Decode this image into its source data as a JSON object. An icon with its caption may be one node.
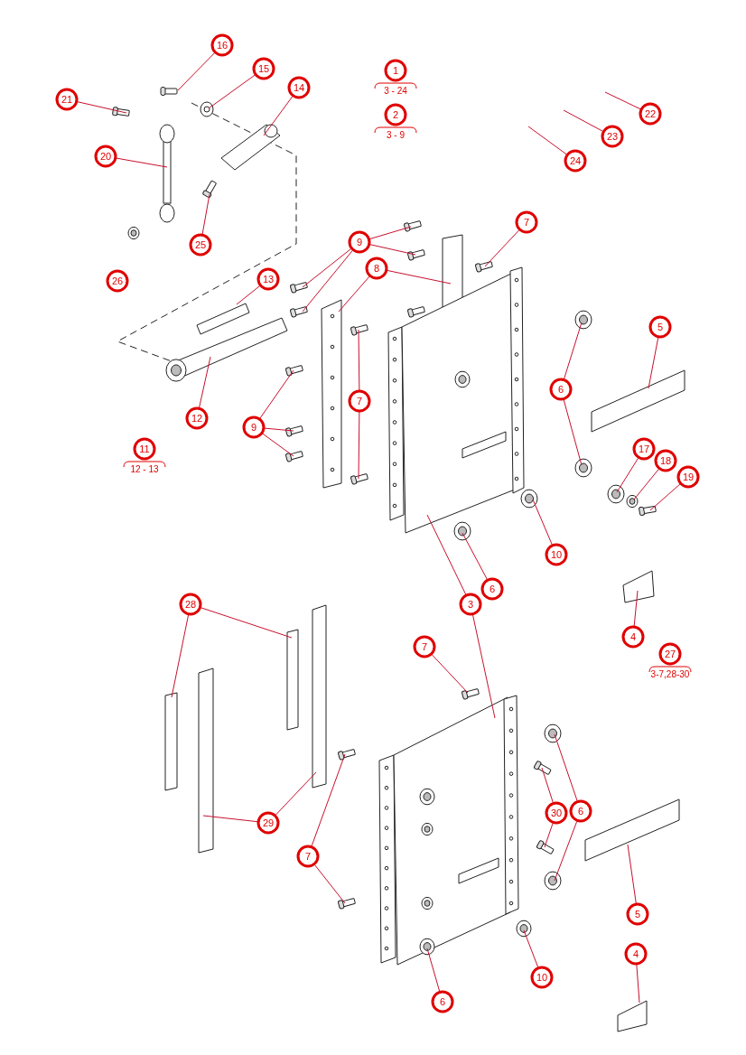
{
  "diagram": {
    "nodes": [
      {
        "text": [
          "16"
        ]
      },
      {
        "text": [
          "15"
        ]
      },
      {
        "text": [
          "14"
        ]
      },
      {
        "text": [
          "21"
        ]
      },
      {
        "text": [
          "20"
        ]
      },
      {
        "text": [
          "25"
        ]
      },
      {
        "text": [
          "26"
        ]
      },
      {
        "text": [
          "1"
        ],
        "beside": [
          "3 - 24"
        ]
      },
      {
        "text": [
          "2"
        ],
        "beside": [
          "3 - 9"
        ]
      },
      {
        "text": [
          "22"
        ]
      },
      {
        "text": [
          "23"
        ]
      },
      {
        "text": [
          "24"
        ]
      },
      {
        "text": [
          "9"
        ]
      },
      {
        "text": [
          "7"
        ]
      },
      {
        "text": [
          "8"
        ]
      },
      {
        "text": [
          "13"
        ]
      },
      {
        "text": [
          "5"
        ]
      },
      {
        "text": [
          "7"
        ]
      },
      {
        "text": [
          "6"
        ]
      },
      {
        "text": [
          "12"
        ]
      },
      {
        "text": [
          "9"
        ]
      },
      {
        "text": [
          "11"
        ],
        "beside": [
          "12 - 13"
        ]
      },
      {
        "text": [
          "17"
        ]
      },
      {
        "text": [
          "18"
        ]
      },
      {
        "text": [
          "19"
        ]
      },
      {
        "text": [
          "10"
        ]
      },
      {
        "text": [
          "6"
        ]
      },
      {
        "text": [
          "3"
        ]
      },
      {
        "text": [
          "28"
        ]
      },
      {
        "text": [
          "4"
        ]
      },
      {
        "text": [
          "7"
        ]
      },
      {
        "text": [
          "27"
        ],
        "beside": [
          "3-7,28-30"
        ]
      },
      {
        "text": [
          "30"
        ]
      },
      {
        "text": [
          "6"
        ]
      },
      {
        "text": [
          "29"
        ]
      },
      {
        "text": [
          "7"
        ]
      },
      {
        "text": [
          "5"
        ]
      },
      {
        "text": [
          "10"
        ]
      },
      {
        "text": [
          "6"
        ]
      },
      {
        "text": [
          "4"
        ]
      }
    ],
    "edges": [
      {
        "from": 0,
        "to": null,
        "arrow": "none"
      },
      {
        "from": 1,
        "to": null,
        "arrow": "none"
      },
      {
        "from": 2,
        "to": null,
        "arrow": "none"
      },
      {
        "from": 3,
        "to": null,
        "arrow": "none"
      },
      {
        "from": 4,
        "to": null,
        "arrow": "none"
      },
      {
        "from": 5,
        "to": null,
        "arrow": "none"
      },
      {
        "from": 9,
        "to": null,
        "arrow": "none"
      },
      {
        "from": 10,
        "to": null,
        "arrow": "none"
      },
      {
        "from": 11,
        "to": null,
        "arrow": "none"
      },
      {
        "from": 12,
        "to": null,
        "arrow": "none"
      },
      {
        "from": 12,
        "to": null,
        "arrow": "none"
      },
      {
        "from": 12,
        "to": null,
        "arrow": "none"
      },
      {
        "from": 12,
        "to": null,
        "arrow": "none"
      },
      {
        "from": 13,
        "to": null,
        "arrow": "none"
      },
      {
        "from": 14,
        "to": null,
        "arrow": "none"
      },
      {
        "from": 14,
        "to": null,
        "arrow": "none"
      },
      {
        "from": 15,
        "to": null,
        "arrow": "none"
      },
      {
        "from": 16,
        "to": null,
        "arrow": "none"
      },
      {
        "from": 17,
        "to": null,
        "arrow": "none"
      },
      {
        "from": 17,
        "to": null,
        "arrow": "none"
      },
      {
        "from": 18,
        "to": null,
        "arrow": "none"
      },
      {
        "from": 18,
        "to": null,
        "arrow": "none"
      },
      {
        "from": 19,
        "to": null,
        "arrow": "none"
      },
      {
        "from": 20,
        "to": null,
        "arrow": "none"
      },
      {
        "from": 20,
        "to": null,
        "arrow": "none"
      },
      {
        "from": 20,
        "to": null,
        "arrow": "none"
      },
      {
        "from": 22,
        "to": null,
        "arrow": "none"
      },
      {
        "from": 23,
        "to": null,
        "arrow": "none"
      },
      {
        "from": 24,
        "to": null,
        "arrow": "none"
      },
      {
        "from": 25,
        "to": null,
        "arrow": "none"
      },
      {
        "from": 26,
        "to": null,
        "arrow": "none"
      },
      {
        "from": 27,
        "to": null,
        "arrow": "none"
      },
      {
        "from": 27,
        "to": null,
        "arrow": "none"
      },
      {
        "from": 28,
        "to": null,
        "arrow": "none"
      },
      {
        "from": 28,
        "to": null,
        "arrow": "none"
      },
      {
        "from": 29,
        "to": null,
        "arrow": "none"
      },
      {
        "from": 30,
        "to": null,
        "arrow": "none"
      },
      {
        "from": 32,
        "to": null,
        "arrow": "none"
      },
      {
        "from": 32,
        "to": null,
        "arrow": "none"
      },
      {
        "from": 33,
        "to": null,
        "arrow": "none"
      },
      {
        "from": 33,
        "to": null,
        "arrow": "none"
      },
      {
        "from": 34,
        "to": null,
        "arrow": "none"
      },
      {
        "from": 34,
        "to": null,
        "arrow": "none"
      },
      {
        "from": 35,
        "to": null,
        "arrow": "none"
      },
      {
        "from": 35,
        "to": null,
        "arrow": "none"
      },
      {
        "from": 36,
        "to": null,
        "arrow": "none"
      },
      {
        "from": 37,
        "to": null,
        "arrow": "none"
      },
      {
        "from": 38,
        "to": null,
        "arrow": "none"
      },
      {
        "from": 39,
        "to": null,
        "arrow": "none"
      }
    ]
  }
}
